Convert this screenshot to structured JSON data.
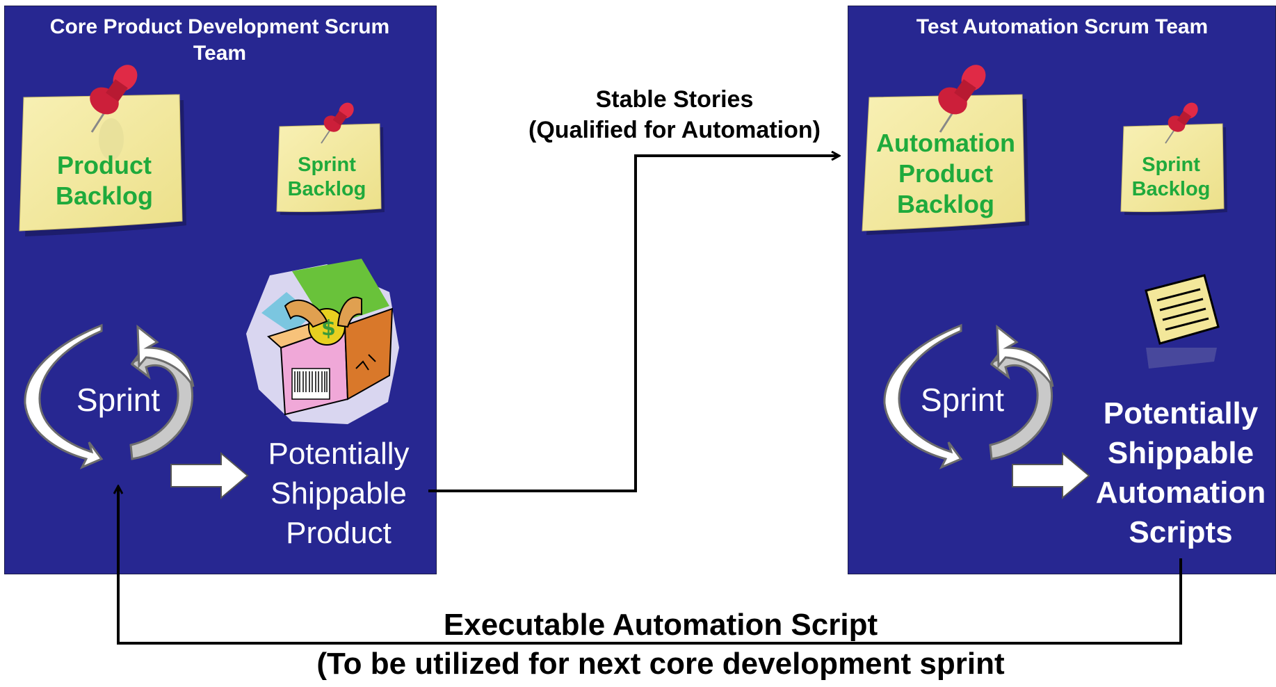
{
  "left_team": {
    "title": "Core Product  Development  Scrum Team",
    "product_backlog": "Product Backlog",
    "sprint_backlog": "Sprint Backlog",
    "sprint": "Sprint",
    "output": "Potentially Shippable Product"
  },
  "right_team": {
    "title": "Test Automation  Scrum Team",
    "product_backlog": "Automation Product Backlog",
    "sprint_backlog": "Sprint Backlog",
    "sprint": "Sprint",
    "output": "Potentially Shippable Automation Scripts"
  },
  "handoff": {
    "line1": "Stable Stories",
    "line2": "(Qualified for Automation)"
  },
  "feedback": {
    "line1": "Executable Automation Script",
    "line2": "(To be utilized for next core development sprint"
  },
  "colors": {
    "panel": "#272791",
    "note": "#f3e79a",
    "note_text": "#1faa3c",
    "pin": "#d4213d"
  }
}
